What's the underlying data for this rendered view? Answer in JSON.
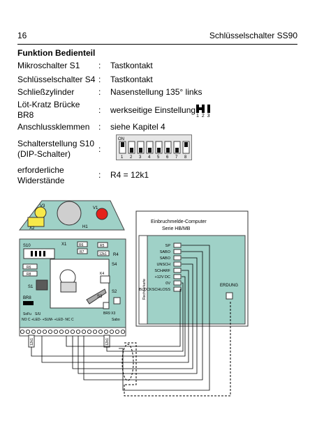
{
  "header": {
    "page_number": "16",
    "title": "Schlüsselschalter SS90"
  },
  "section_title": "Funktion Bedienteil",
  "rows": [
    {
      "label": "Mikroschalter S1",
      "sep": ":",
      "value": "Tastkontakt"
    },
    {
      "label": "Schlüsselschalter S4",
      "sep": ":",
      "value": "Tastkontakt"
    },
    {
      "label": "Schließzylinder",
      "sep": ":",
      "value": "Nasenstellung 135° links"
    },
    {
      "label1": "Löt-Kratz Brücke",
      "label2": "BR8",
      "sep": ":",
      "value": "werkseitige Einstellung"
    },
    {
      "label": "Anschlussklemmen",
      "sep": ":",
      "value": "siehe Kapitel 4"
    },
    {
      "label1": "Schalterstellung S10",
      "label2": "(DIP-Schalter)",
      "sep": ":"
    },
    {
      "label1": "erforderliche",
      "label2": "Widerstände",
      "sep": ":",
      "value": "R4 = 12k1"
    }
  ],
  "bridge_numbers": "1 2 3",
  "dip": {
    "on_label": "ON",
    "numbers": [
      "1",
      "2",
      "3",
      "4",
      "5",
      "6",
      "7",
      "8"
    ]
  },
  "diagram": {
    "board_top": {
      "v3": "V3",
      "v1": "V1",
      "x2": "X2",
      "h1": "H1"
    },
    "board_main": {
      "s10": "S10",
      "x1": "X1",
      "r6": "R6",
      "r5": "R5",
      "r7": "R7",
      "r4_value": "12k1",
      "r4": "R4",
      "s4": "S4",
      "k4": "K4",
      "s3": "S3",
      "s2": "S2",
      "s1": "S1",
      "br8": "BR8",
      "br9_x3": "BR9 X3",
      "sofu": "SoFu",
      "su": "S/U",
      "r_left_a": "R6",
      "r_left_b": "R8",
      "terminal_labels": "NO  C  +LED-  +SUM-  +LED-  NC  C",
      "sabo": "Sabo"
    },
    "computer": {
      "title1": "Einbruchmelde-Computer",
      "title2": "Serie HB/MB",
      "rechnerkarte": "Rechnerkarte",
      "terminals": [
        "SP",
        "SABO",
        "SABO",
        "UNSCH",
        "SCHARF",
        "+12V DC",
        "0V",
        "BLOCKSCHLOSS"
      ],
      "erdung": "ERDUNG"
    },
    "resistor_label": "12k1"
  },
  "colors": {
    "board": "#9fd1c7",
    "led_yellow": "#f7e94a",
    "led_red": "#e4221b",
    "component": "#ffffff"
  }
}
